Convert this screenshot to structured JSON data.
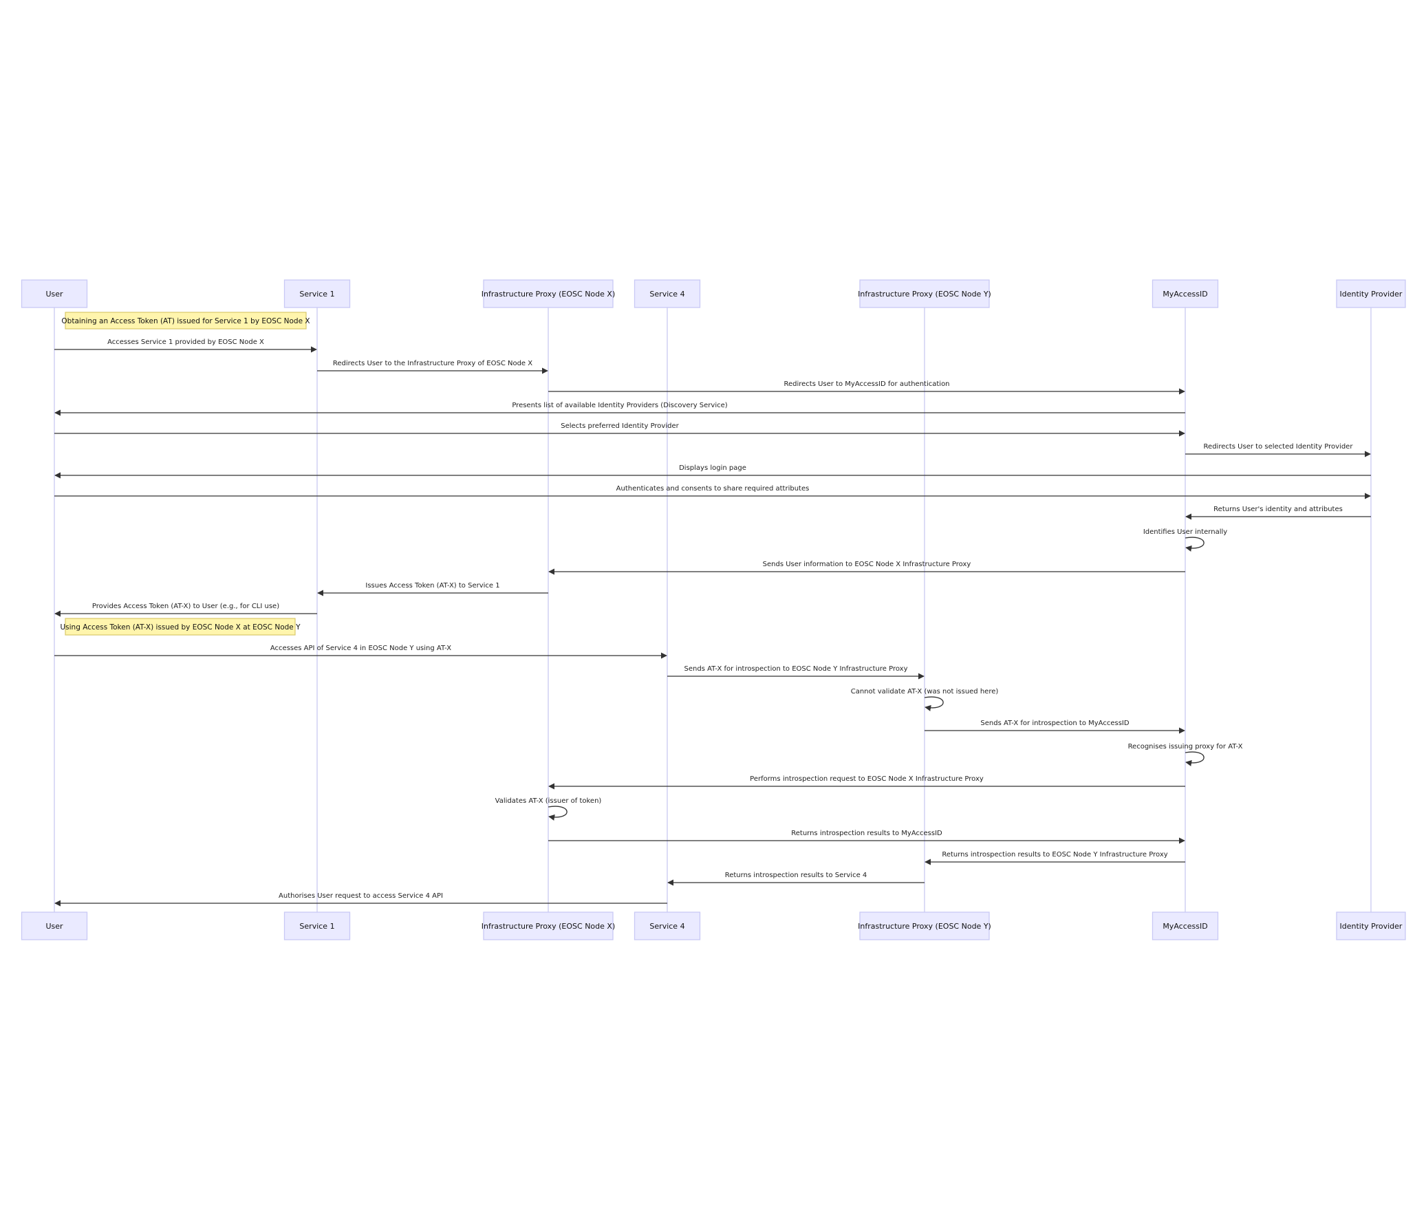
{
  "diagram": {
    "type": "sequence",
    "participants": [
      {
        "id": "user",
        "label": "User"
      },
      {
        "id": "s1",
        "label": "Service 1"
      },
      {
        "id": "ipx",
        "label": "Infrastructure Proxy (EOSC Node X)"
      },
      {
        "id": "s4",
        "label": "Service 4"
      },
      {
        "id": "ipy",
        "label": "Infrastructure Proxy (EOSC Node Y)"
      },
      {
        "id": "mai",
        "label": "MyAccessID"
      },
      {
        "id": "idp",
        "label": "Identity Provider"
      }
    ],
    "steps": [
      {
        "kind": "note",
        "over": [
          "user",
          "s1"
        ],
        "text": "Obtaining an Access Token (AT) issued for Service 1 by EOSC Node X"
      },
      {
        "kind": "msg",
        "from": "user",
        "to": "s1",
        "text": "Accesses Service 1 provided by EOSC Node X"
      },
      {
        "kind": "msg",
        "from": "s1",
        "to": "ipx",
        "text": "Redirects User to the Infrastructure Proxy of EOSC Node X"
      },
      {
        "kind": "msg",
        "from": "ipx",
        "to": "mai",
        "text": "Redirects User to MyAccessID for authentication"
      },
      {
        "kind": "msg",
        "from": "mai",
        "to": "user",
        "text": "Presents list of available Identity Providers (Discovery Service)"
      },
      {
        "kind": "msg",
        "from": "user",
        "to": "mai",
        "text": "Selects preferred Identity Provider"
      },
      {
        "kind": "msg",
        "from": "mai",
        "to": "idp",
        "text": "Redirects User to selected Identity Provider"
      },
      {
        "kind": "msg",
        "from": "idp",
        "to": "user",
        "text": "Displays login page"
      },
      {
        "kind": "msg",
        "from": "user",
        "to": "idp",
        "text": "Authenticates and consents to share required attributes"
      },
      {
        "kind": "msg",
        "from": "idp",
        "to": "mai",
        "text": "Returns User's identity and attributes"
      },
      {
        "kind": "self",
        "at": "mai",
        "text": "Identifies User internally"
      },
      {
        "kind": "msg",
        "from": "mai",
        "to": "ipx",
        "text": "Sends User information to EOSC Node X Infrastructure Proxy"
      },
      {
        "kind": "msg",
        "from": "ipx",
        "to": "s1",
        "text": "Issues Access Token (AT-X) to Service 1"
      },
      {
        "kind": "msg",
        "from": "s1",
        "to": "user",
        "text": "Provides Access Token (AT-X) to User (e.g., for CLI use)"
      },
      {
        "kind": "note",
        "over": [
          "user",
          "s1"
        ],
        "text": "Using Access Token (AT-X) issued by EOSC Node X at EOSC Node Y"
      },
      {
        "kind": "msg",
        "from": "user",
        "to": "s4",
        "text": "Accesses API of Service 4 in EOSC Node Y using AT-X"
      },
      {
        "kind": "msg",
        "from": "s4",
        "to": "ipy",
        "text": "Sends AT-X for introspection to EOSC Node Y Infrastructure Proxy"
      },
      {
        "kind": "self",
        "at": "ipy",
        "text": "Cannot validate AT-X (was not issued here)"
      },
      {
        "kind": "msg",
        "from": "ipy",
        "to": "mai",
        "text": "Sends AT-X for introspection to MyAccessID"
      },
      {
        "kind": "self",
        "at": "mai",
        "text": "Recognises issuing proxy for AT-X"
      },
      {
        "kind": "msg",
        "from": "mai",
        "to": "ipx",
        "text": "Performs introspection request to EOSC Node X Infrastructure Proxy"
      },
      {
        "kind": "self",
        "at": "ipx",
        "text": "Validates AT-X (issuer of token)"
      },
      {
        "kind": "msg",
        "from": "ipx",
        "to": "mai",
        "text": "Returns introspection results to MyAccessID"
      },
      {
        "kind": "msg",
        "from": "mai",
        "to": "ipy",
        "text": "Returns introspection results to EOSC Node Y Infrastructure Proxy"
      },
      {
        "kind": "msg",
        "from": "ipy",
        "to": "s4",
        "text": "Returns introspection results to Service 4"
      },
      {
        "kind": "msg",
        "from": "s4",
        "to": "user",
        "text": "Authorises User request to access Service 4 API"
      }
    ]
  }
}
